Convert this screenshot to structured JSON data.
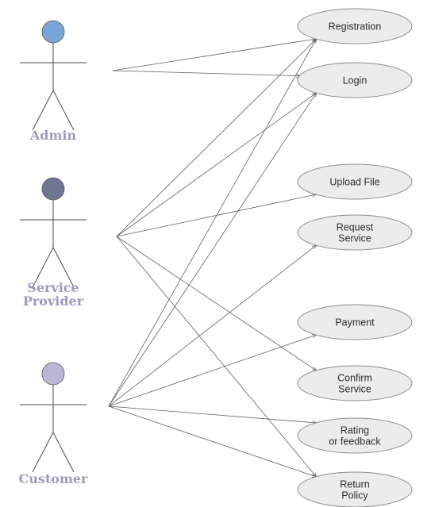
{
  "actors": [
    {
      "id": "admin",
      "label_lines": [
        "Admin"
      ],
      "head_color": "#7aa3d6"
    },
    {
      "id": "service_provider",
      "label_lines": [
        "Service",
        "Provider"
      ],
      "head_color": "#6e7690"
    },
    {
      "id": "customer",
      "label_lines": [
        "Customer"
      ],
      "head_color": "#bcb6d6"
    }
  ],
  "use_cases": [
    {
      "id": "registration",
      "label_lines": [
        "Registration"
      ]
    },
    {
      "id": "login",
      "label_lines": [
        "Login"
      ]
    },
    {
      "id": "upload_file",
      "label_lines": [
        "Upload File"
      ]
    },
    {
      "id": "request_service",
      "label_lines": [
        "Request",
        "Service"
      ]
    },
    {
      "id": "payment",
      "label_lines": [
        "Payment"
      ]
    },
    {
      "id": "confirm_service",
      "label_lines": [
        "Confirm",
        "Service"
      ]
    },
    {
      "id": "rating",
      "label_lines": [
        "Rating",
        "or feedback"
      ]
    },
    {
      "id": "return_policy",
      "label_lines": [
        "Return",
        "Policy"
      ]
    }
  ],
  "associations": [
    {
      "from": "admin",
      "to": "registration"
    },
    {
      "from": "admin",
      "to": "login"
    },
    {
      "from": "service_provider",
      "to": "registration"
    },
    {
      "from": "service_provider",
      "to": "login"
    },
    {
      "from": "service_provider",
      "to": "upload_file"
    },
    {
      "from": "service_provider",
      "to": "confirm_service"
    },
    {
      "from": "service_provider",
      "to": "return_policy"
    },
    {
      "from": "customer",
      "to": "registration"
    },
    {
      "from": "customer",
      "to": "login"
    },
    {
      "from": "customer",
      "to": "request_service"
    },
    {
      "from": "customer",
      "to": "payment"
    },
    {
      "from": "customer",
      "to": "rating"
    },
    {
      "from": "customer",
      "to": "return_policy"
    }
  ],
  "colors": {
    "line": "#5f5f5f",
    "ellipse_fill": "#ececec",
    "ellipse_stroke": "#8c8c8c",
    "actor_label": "#9f97bf"
  }
}
